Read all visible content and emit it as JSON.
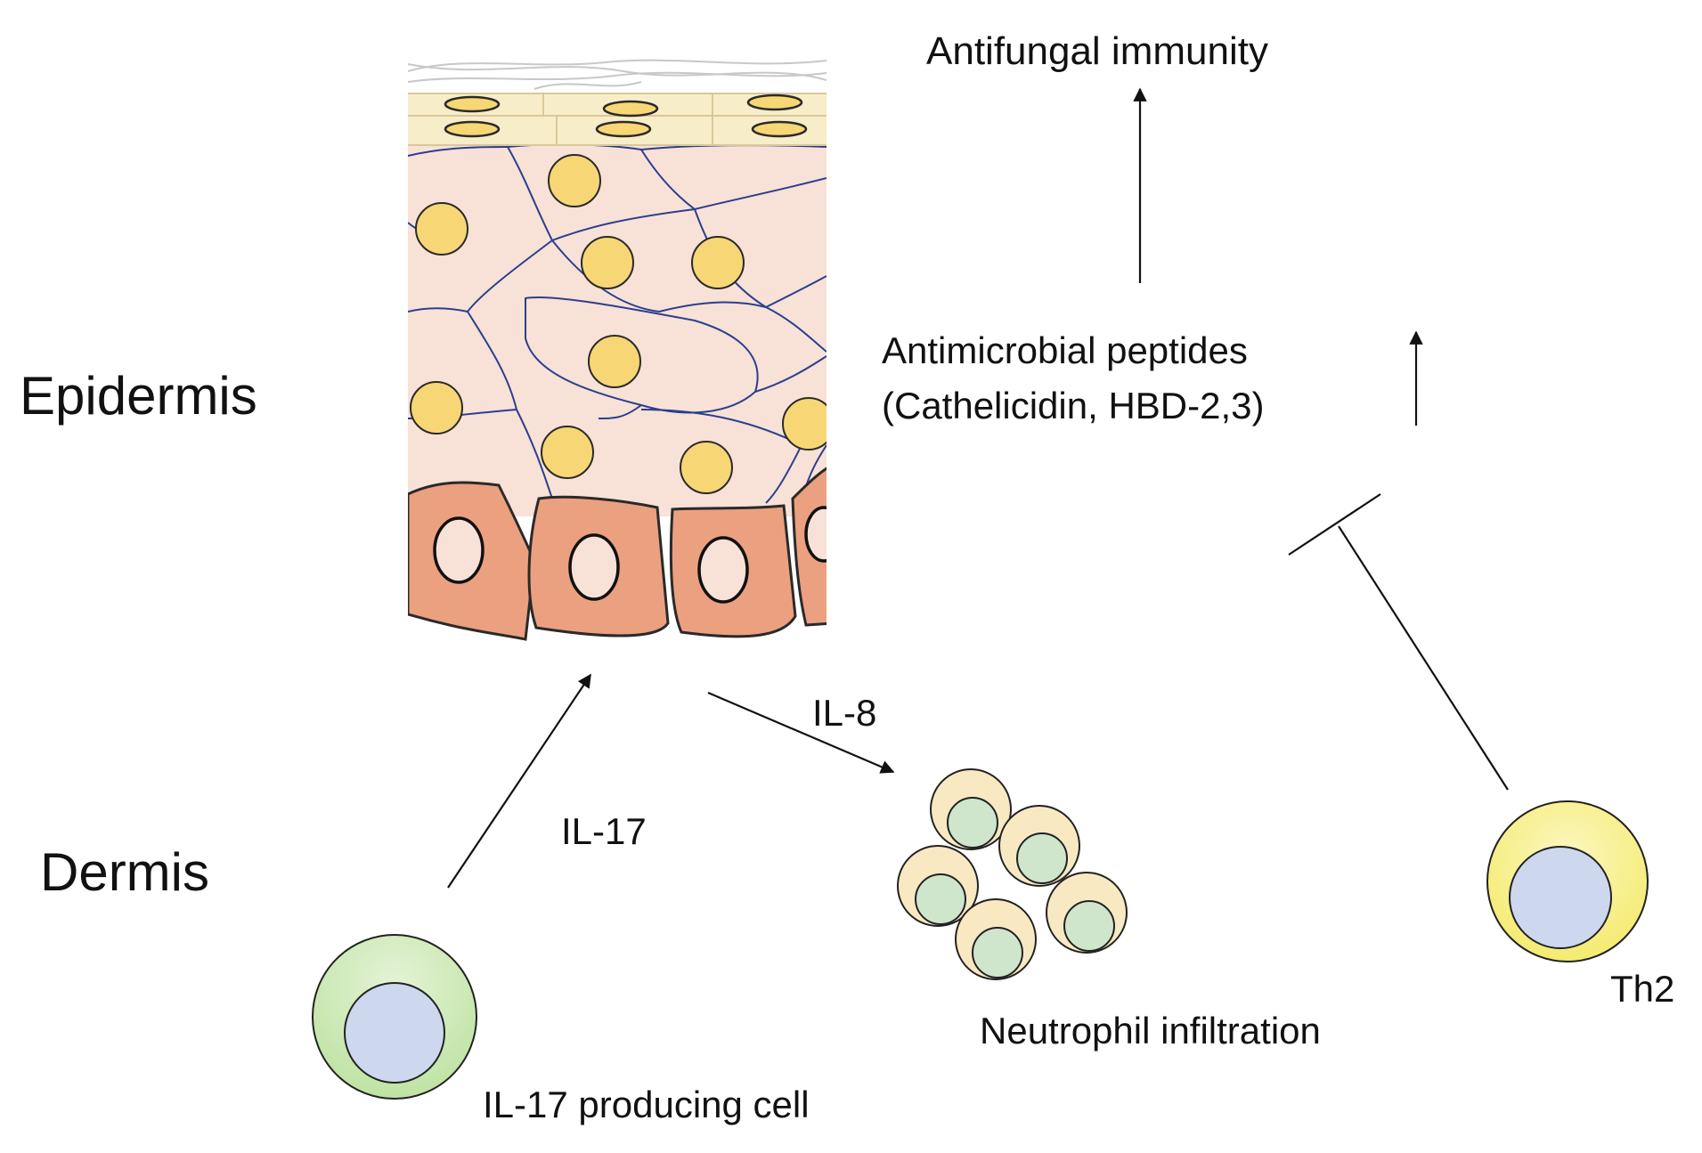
{
  "labels": {
    "epidermis": "Epidermis",
    "dermis": "Dermis",
    "antifungal": "Antifungal immunity",
    "amp_line1": "Antimicrobial peptides",
    "amp_line2": "(Cathelicidin, HBD-2,3)",
    "il8": "IL-8",
    "il17": "IL-17",
    "il17_cell": "IL-17 producing cell",
    "neutrophil": "Neutrophil infiltration",
    "th2": "Th2"
  },
  "colors": {
    "stratum_corneum": "#f8edc9",
    "spinous_cell": "#f8e1d6",
    "cell_border": "#2b3f8f",
    "nucleus_yellow": "#f7d775",
    "basal_cell": "#eba080",
    "basal_nucleus": "#f8e1d6",
    "il17_cell_outer": "#cce9b4",
    "il17_cell_inner": "#cdd8ef",
    "neutrophil_outer": "#f8e9c3",
    "neutrophil_inner": "#cfe6cd",
    "th2_outer": "#f7f08f",
    "th2_inner": "#cdd8ef"
  }
}
